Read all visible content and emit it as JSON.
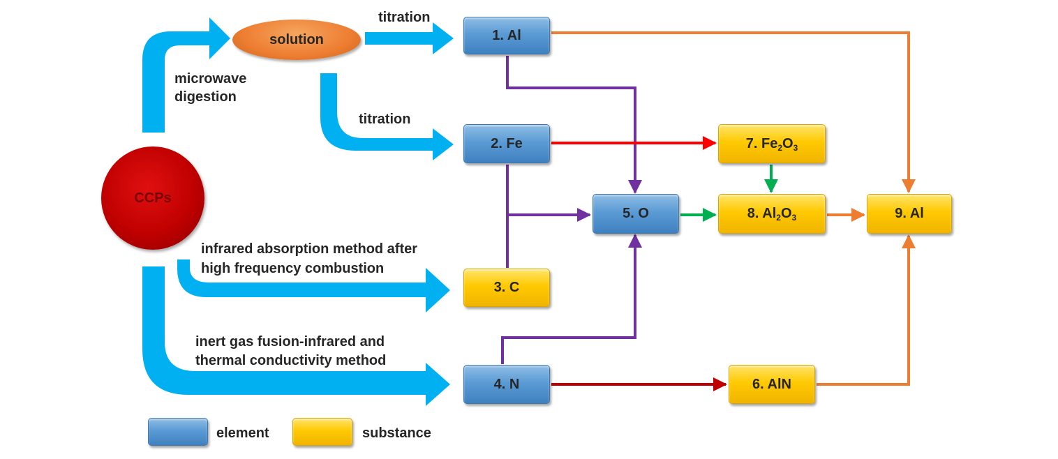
{
  "source": {
    "label": "CCPs"
  },
  "solution": {
    "label": "solution"
  },
  "methods": {
    "microwave": [
      "microwave",
      "digestion"
    ],
    "titration_al": "titration",
    "titration_fe": "titration",
    "infrared": [
      "infrared absorption method after",
      "high frequency combustion"
    ],
    "inert_gas": [
      "inert gas fusion-infrared and",
      "thermal conductivity method"
    ]
  },
  "nodes": {
    "al": {
      "label": "1. Al",
      "kind": "element"
    },
    "fe": {
      "label": "2. Fe",
      "kind": "element"
    },
    "c": {
      "label": "3. C",
      "kind": "substance"
    },
    "n": {
      "label": "4. N",
      "kind": "element"
    },
    "o": {
      "label": "5. O",
      "kind": "element"
    },
    "aln": {
      "label": "6. AlN",
      "kind": "substance"
    },
    "fe2o3": {
      "prefix": "7. Fe",
      "sub1": "2",
      "mid": "O",
      "sub2": "3",
      "kind": "substance"
    },
    "al2o3": {
      "prefix": "8. Al",
      "sub1": "2",
      "mid": "O",
      "sub2": "3",
      "kind": "substance"
    },
    "al_total": {
      "label": "9. Al",
      "kind": "substance"
    }
  },
  "legend": {
    "element": "element",
    "substance": "substance"
  },
  "colors": {
    "big_arrow": "#00b0f0",
    "purple": "#7030a0",
    "red": "#ff0000",
    "dark_red": "#c00000",
    "green": "#00b050",
    "orange": "#ed7d31"
  }
}
